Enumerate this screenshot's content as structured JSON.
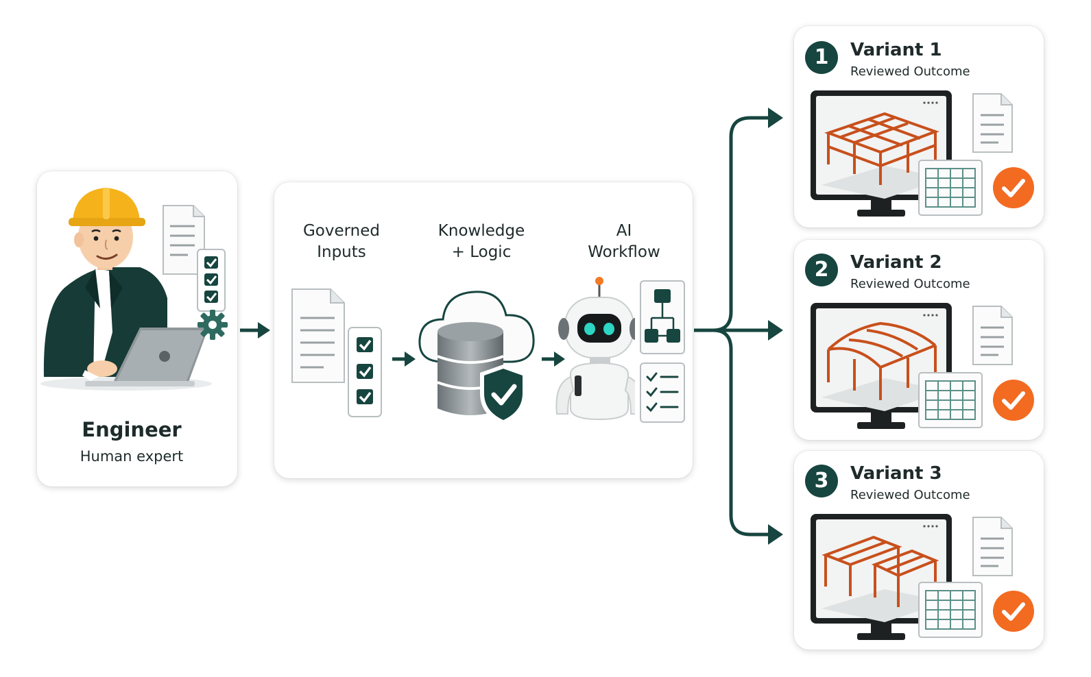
{
  "engineer": {
    "name": "Engineer",
    "role": "Human expert"
  },
  "stages": [
    {
      "label_line1": "Governed",
      "label_line2": "Inputs"
    },
    {
      "label_line1": "Knowledge",
      "label_line2": "+ Logic"
    },
    {
      "label_line1": "AI",
      "label_line2": "Workflow"
    }
  ],
  "variants": [
    {
      "number": "1",
      "title": "Variant 1",
      "subtitle": "Reviewed Outcome"
    },
    {
      "number": "2",
      "title": "Variant 2",
      "subtitle": "Reviewed Outcome"
    },
    {
      "number": "3",
      "title": "Variant 3",
      "subtitle": "Reviewed Outcome"
    }
  ],
  "colors": {
    "primary_dark_green": "#17453f",
    "accent_orange": "#f26b21",
    "helmet_yellow": "#f5b21b",
    "frame_orange": "#c8501c"
  },
  "icons": [
    "engineer-person",
    "document-icon",
    "checklist-icon",
    "gear-icon",
    "laptop-icon",
    "cloud-icon",
    "database-icon",
    "shield-check-icon",
    "robot-icon",
    "flowchart-icon",
    "monitor-icon",
    "spreadsheet-icon",
    "check-circle-icon",
    "arrow-icon"
  ]
}
